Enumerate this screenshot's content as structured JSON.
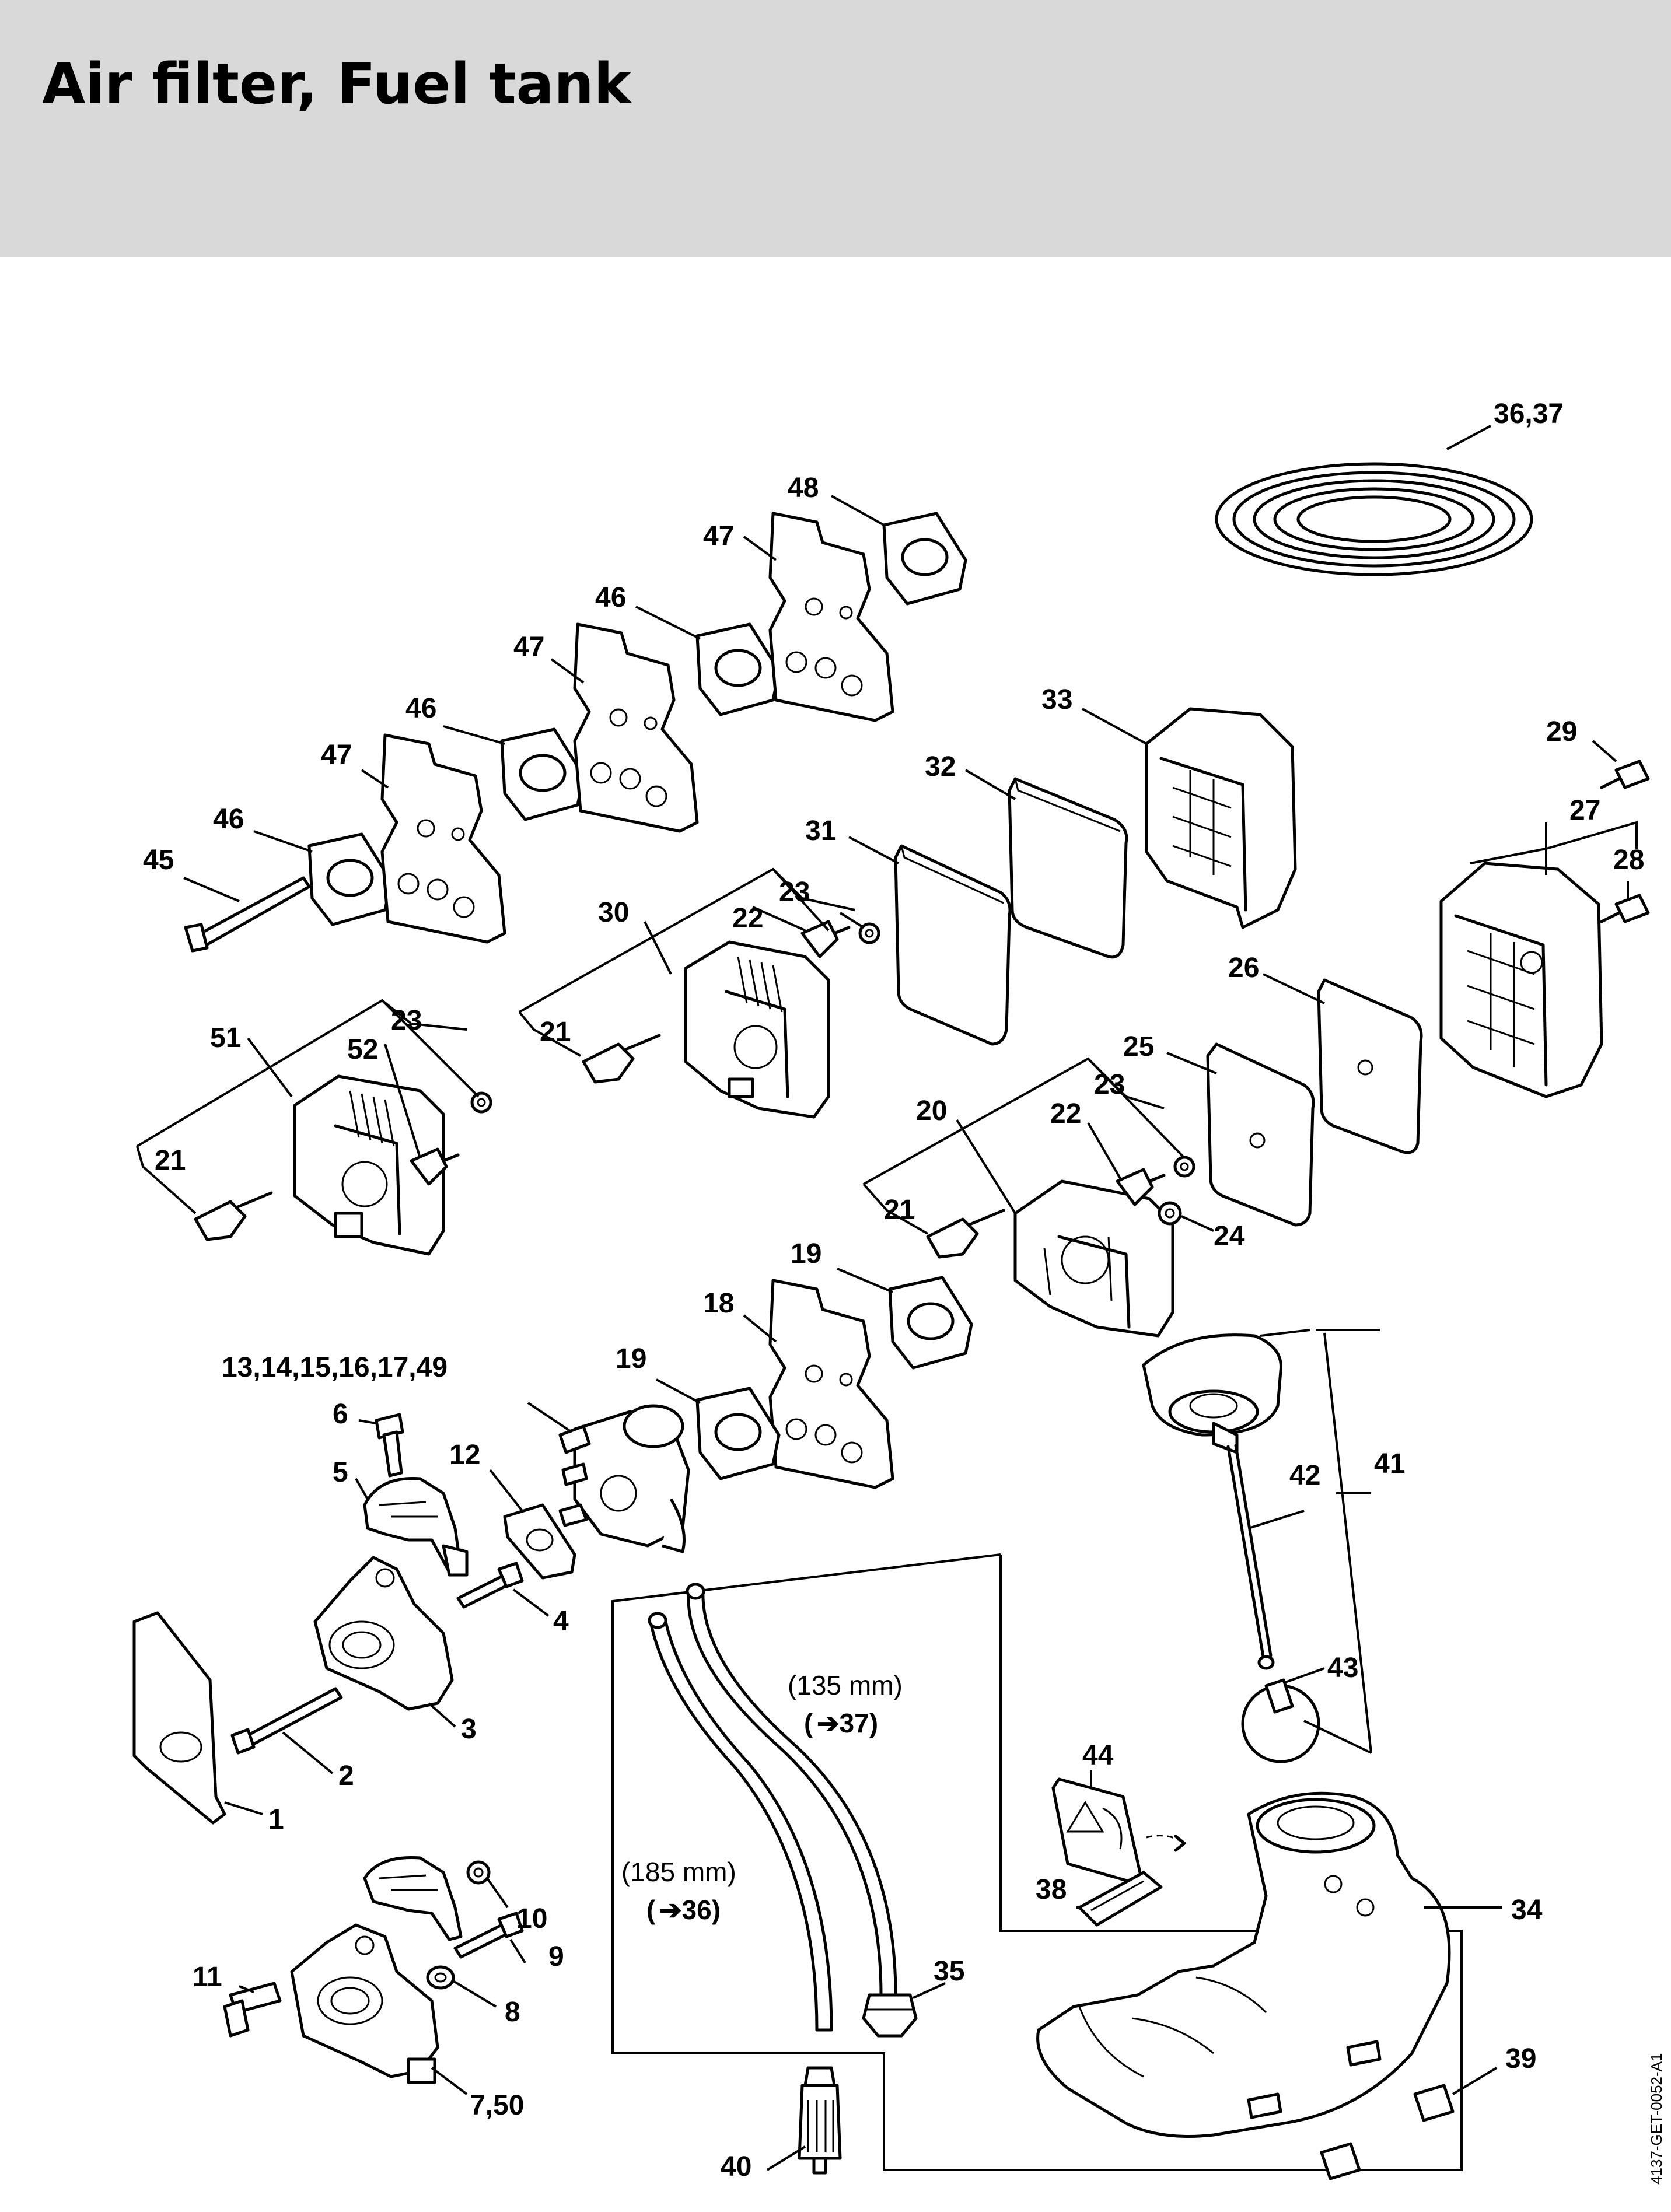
{
  "header": {
    "title": "Air filter, Fuel tank"
  },
  "drawing_code": "4137-GET-0052-A1",
  "notes": {
    "hose_short_length": "(135 mm)",
    "hose_short_ref": "37",
    "hose_long_length": "(185 mm)",
    "hose_long_ref": "36"
  },
  "callouts": [
    {
      "id": "c-36-37",
      "label": "36,37"
    },
    {
      "id": "c-48",
      "label": "48"
    },
    {
      "id": "c-47a",
      "label": "47"
    },
    {
      "id": "c-46a",
      "label": "46"
    },
    {
      "id": "c-47b",
      "label": "47"
    },
    {
      "id": "c-46b",
      "label": "46"
    },
    {
      "id": "c-47c",
      "label": "47"
    },
    {
      "id": "c-46c",
      "label": "46"
    },
    {
      "id": "c-45",
      "label": "45"
    },
    {
      "id": "c-33",
      "label": "33"
    },
    {
      "id": "c-32",
      "label": "32"
    },
    {
      "id": "c-31",
      "label": "31"
    },
    {
      "id": "c-29",
      "label": "29"
    },
    {
      "id": "c-27",
      "label": "27"
    },
    {
      "id": "c-28",
      "label": "28"
    },
    {
      "id": "c-30",
      "label": "30"
    },
    {
      "id": "c-23a",
      "label": "23"
    },
    {
      "id": "c-22a",
      "label": "22"
    },
    {
      "id": "c-21a",
      "label": "21"
    },
    {
      "id": "c-51",
      "label": "51"
    },
    {
      "id": "c-23b",
      "label": "23"
    },
    {
      "id": "c-52",
      "label": "52"
    },
    {
      "id": "c-21b",
      "label": "21"
    },
    {
      "id": "c-26",
      "label": "26"
    },
    {
      "id": "c-25",
      "label": "25"
    },
    {
      "id": "c-23c",
      "label": "23"
    },
    {
      "id": "c-20",
      "label": "20"
    },
    {
      "id": "c-22c",
      "label": "22"
    },
    {
      "id": "c-21c",
      "label": "21"
    },
    {
      "id": "c-24",
      "label": "24"
    },
    {
      "id": "c-19a",
      "label": "19"
    },
    {
      "id": "c-18",
      "label": "18"
    },
    {
      "id": "c-19b",
      "label": "19"
    },
    {
      "id": "c-13-49",
      "label": "13,14,15,16,17,49"
    },
    {
      "id": "c-6",
      "label": "6"
    },
    {
      "id": "c-12",
      "label": "12"
    },
    {
      "id": "c-5",
      "label": "5"
    },
    {
      "id": "c-4",
      "label": "4"
    },
    {
      "id": "c-3",
      "label": "3"
    },
    {
      "id": "c-2",
      "label": "2"
    },
    {
      "id": "c-1",
      "label": "1"
    },
    {
      "id": "c-42",
      "label": "42"
    },
    {
      "id": "c-41",
      "label": "41"
    },
    {
      "id": "c-43",
      "label": "43"
    },
    {
      "id": "c-44",
      "label": "44"
    },
    {
      "id": "c-38",
      "label": "38"
    },
    {
      "id": "c-34",
      "label": "34"
    },
    {
      "id": "c-35",
      "label": "35"
    },
    {
      "id": "c-10",
      "label": "10"
    },
    {
      "id": "c-11",
      "label": "11"
    },
    {
      "id": "c-9",
      "label": "9"
    },
    {
      "id": "c-8",
      "label": "8"
    },
    {
      "id": "c-7-50",
      "label": "7,50"
    },
    {
      "id": "c-39",
      "label": "39"
    },
    {
      "id": "c-40",
      "label": "40"
    }
  ]
}
